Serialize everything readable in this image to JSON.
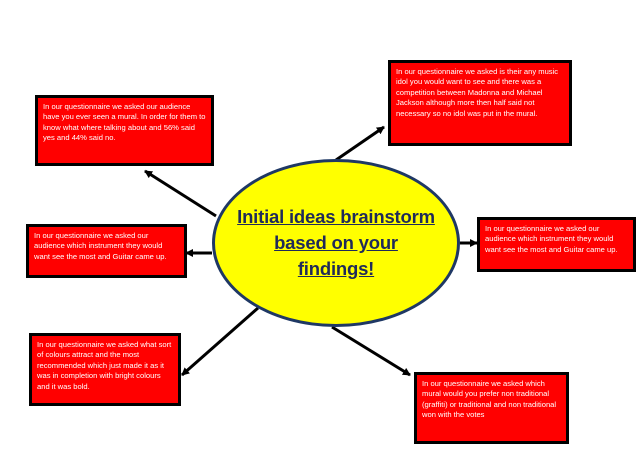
{
  "center": {
    "title": "Initial ideas brainstorm based on your findings!"
  },
  "boxes": {
    "top_left": "In our questionnaire we asked our audience have you ever seen a mural. In order for them to know what where talking about and 56% said yes and 44% said no.",
    "top_right": "In our questionnaire we asked is their any music idol you would want to see and there was a competition between Madonna and Michael Jackson although more then half said not necessary so no idol was put in the mural.",
    "mid_left": "In our questionnaire we asked our audience which instrument they would want see the most and Guitar came up.",
    "mid_right": "In our questionnaire we asked our audience which instrument they would want see the most and Guitar came up.",
    "bottom_left": "In our questionnaire we asked what sort of colours attract and the most recommended which just made it as it was in completion with bright colours and it was bold.",
    "bottom_right": "In our questionnaire we asked which mural would you prefer non traditional (graffiti) or traditional and non traditional won with the votes"
  },
  "colors": {
    "box_fill": "#ff0000",
    "box_border": "#000000",
    "box_text": "#ffffff",
    "ellipse_fill": "#ffff00",
    "ellipse_border": "#1f3864",
    "title_text": "#1f2a5a",
    "arrow": "#000000"
  }
}
